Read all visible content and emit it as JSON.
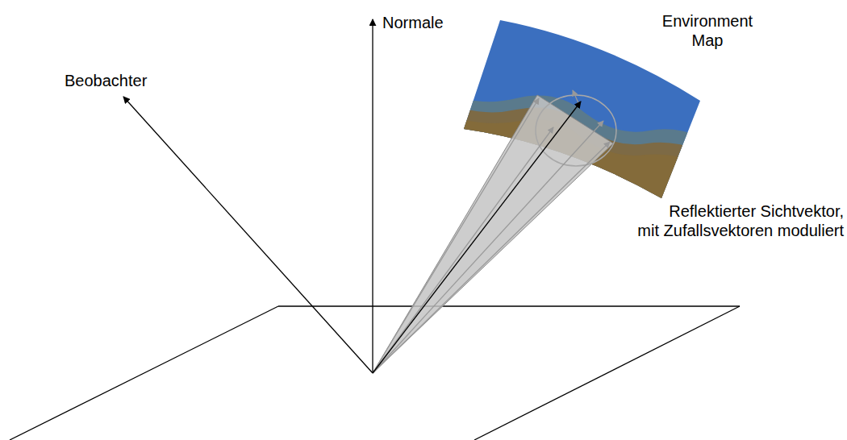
{
  "diagram": {
    "labels": [
      "Normale",
      "Environment Map",
      "Beobachter",
      "Reflektierter Sichtvektor, mit Zufallsvektoren moduliert"
    ]
  }
}
